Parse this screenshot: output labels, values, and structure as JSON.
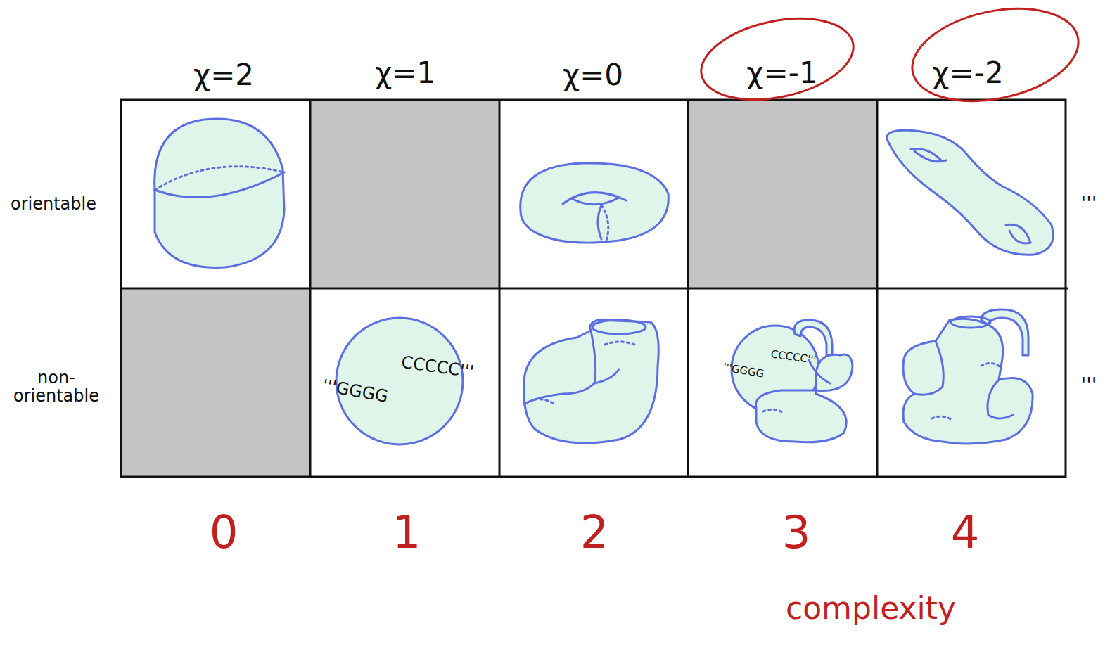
{
  "diagram": {
    "labels": [
      "χ=2",
      "χ=1",
      "χ=0",
      "χ=-1",
      "χ=-2",
      "orientable",
      "non- orientable",
      "'''",
      "'''",
      "'''GGGG",
      "CCCCC'''",
      "'''GGGG",
      "CCCCC'''",
      "0",
      "1",
      "2",
      "3",
      "4",
      "complexity"
    ]
  }
}
